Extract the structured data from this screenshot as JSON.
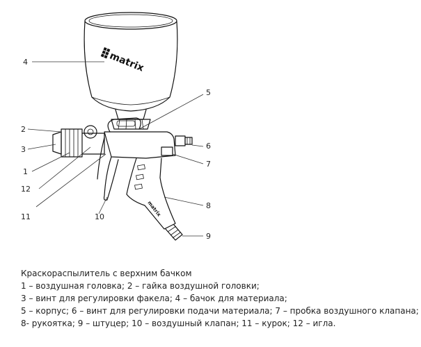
{
  "brand": "matrix",
  "callouts": [
    "1",
    "2",
    "3",
    "4",
    "5",
    "6",
    "7",
    "8",
    "9",
    "10",
    "11",
    "12"
  ],
  "caption": {
    "title": "Краскораспылитель с верхним бачком",
    "lines": [
      "1 – воздушная головка; 2 – гайка воздушной головки;",
      "3 – винт для регулировки факела; 4 – бачок для материала;",
      "5 – корпус; 6 – винт для регулировки подачи материала; 7 – пробка воздушного клапана;",
      "8- рукоятка; 9 – штуцер; 10 – воздушный клапан; 11 – курок; 12 – игла."
    ]
  }
}
